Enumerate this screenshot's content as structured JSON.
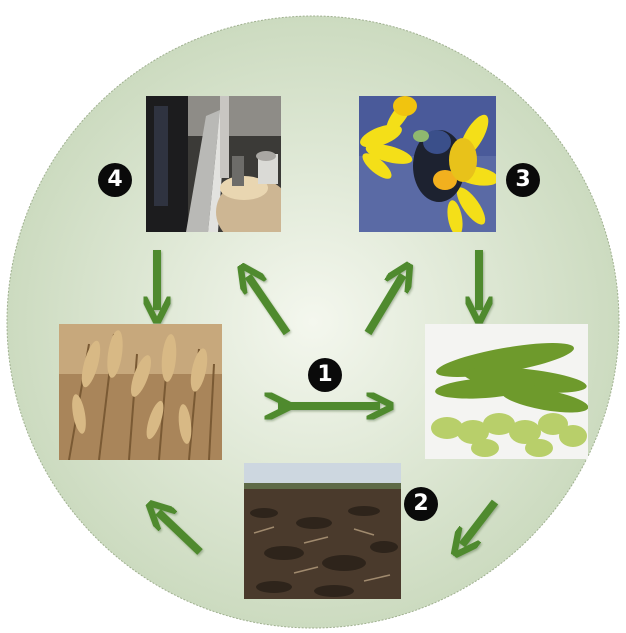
{
  "colors": {
    "circle_fill_center": "#f3f6ec",
    "circle_fill_edge": "#c9d9bd",
    "arrow": "#4f8a2e",
    "badge": "#0a0a0a"
  },
  "badges": {
    "one": "1",
    "two": "2",
    "three": "3",
    "four": "4"
  },
  "icons": {
    "arrow": "arrow-icon",
    "double_arrow": "double-arrow-icon"
  }
}
